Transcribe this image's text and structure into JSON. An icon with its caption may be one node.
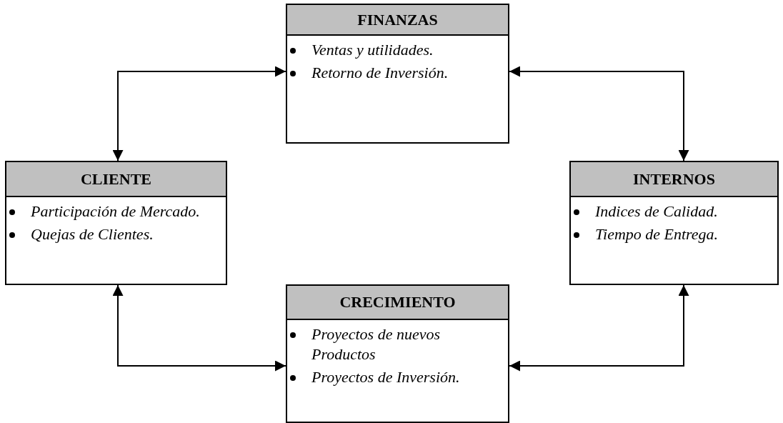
{
  "diagram": {
    "nodes": [
      {
        "text": [
          "FINANZAS",
          "Ventas y utilidades.",
          "Retorno de Inversión."
        ]
      },
      {
        "text": [
          "CLIENTE",
          "Participación de Mercado.",
          "Quejas de Clientes."
        ]
      },
      {
        "text": [
          "INTERNOS",
          "Indices de Calidad.",
          "Tiempo de Entrega."
        ]
      },
      {
        "text": [
          "CRECIMIENTO",
          "Proyectos de nuevos Productos",
          "Proyectos de Inversión."
        ]
      }
    ],
    "edges": [
      {
        "from": 1,
        "to": 0,
        "arrow": "both"
      },
      {
        "from": 0,
        "to": 2,
        "arrow": "both"
      },
      {
        "from": 1,
        "to": 3,
        "arrow": "both"
      },
      {
        "from": 2,
        "to": 3,
        "arrow": "both"
      }
    ]
  }
}
